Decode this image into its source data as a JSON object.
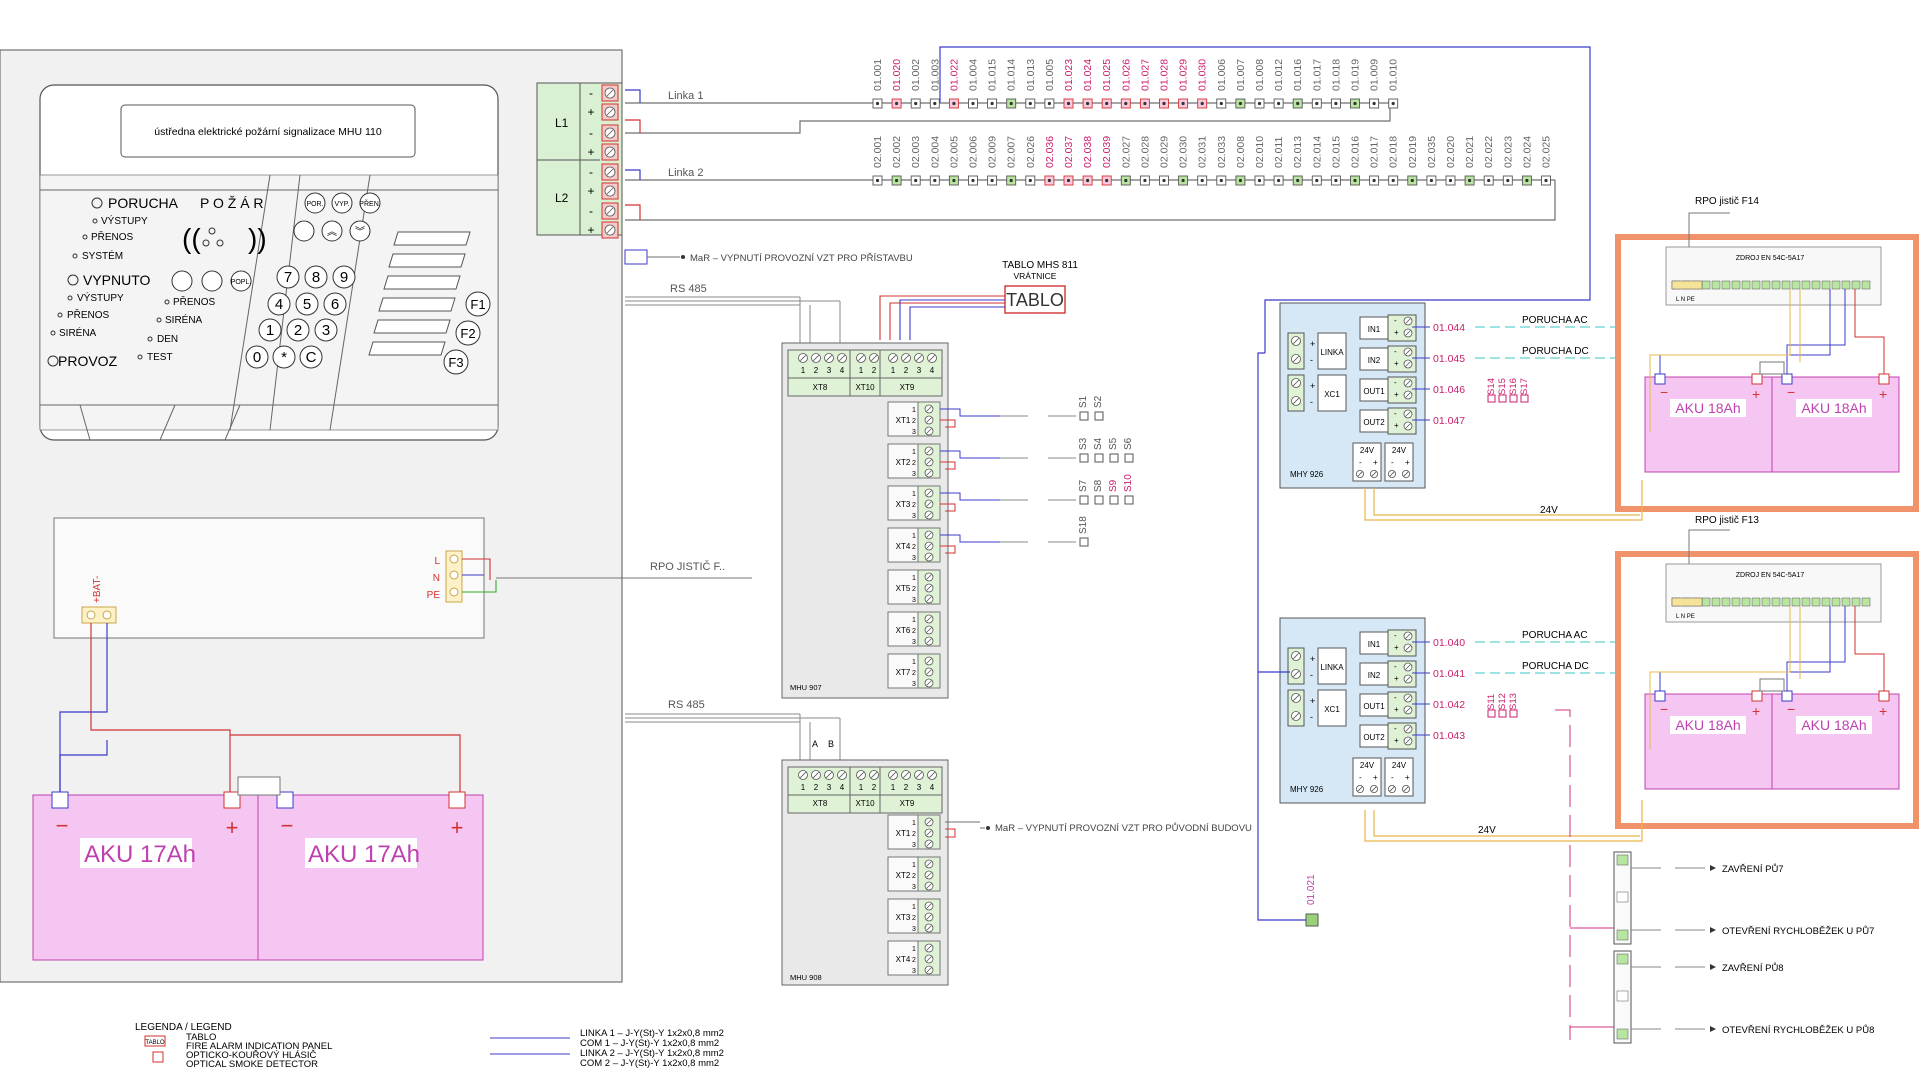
{
  "panel": {
    "title": "ústředna elektrické požární signalizace MHU 110",
    "led_poruch": "PORUCHA",
    "led_pozar": "P O Ž Á R",
    "sub_vystupy": "VÝSTUPY",
    "sub_prenos": "PŘENOS",
    "sub_system": "SYSTÉM",
    "led_vypnuto": "VYPNUTO",
    "sub_vystupy2": "VÝSTUPY",
    "sub_prenos2": "PŘENOS",
    "sub_sirena": "SIRÉNA",
    "led_provoz": "PROVOZ",
    "sub_prenos3": "PŘENOS",
    "sub_sirena2": "SIRÉNA",
    "sub_den": "DEN",
    "sub_test": "TEST",
    "btn_por": "POR.",
    "btn_vyp": "VYP.",
    "btn_pren": "PŘEN.",
    "btn_popl": "POPL.",
    "keys": [
      "7",
      "8",
      "9",
      "4",
      "5",
      "6",
      "1",
      "2",
      "3",
      "0",
      "*",
      "C"
    ],
    "fkeys": [
      "F1",
      "F2",
      "F3"
    ]
  },
  "terminals": {
    "l1": "L1",
    "l2": "L2",
    "minus": "-",
    "plus": "+"
  },
  "lines": {
    "linka1": "Linka 1",
    "linka2": "Linka 2",
    "linka1_addr": [
      "01.001",
      "01.020",
      "01.002",
      "01.003",
      "01.022",
      "01.004",
      "01.015",
      "01.014",
      "01.013",
      "01.005",
      "01.023",
      "01.024",
      "01.025",
      "01.026",
      "01.027",
      "01.028",
      "01.029",
      "01.030",
      "01.006",
      "01.007",
      "01.008",
      "01.012",
      "01.016",
      "01.017",
      "01.018",
      "01.019",
      "01.009",
      "01.010"
    ],
    "linka1_red": [
      "01.020",
      "01.022",
      "01.023",
      "01.024",
      "01.025",
      "01.026",
      "01.027",
      "01.028",
      "01.029",
      "01.030"
    ],
    "linka2_addr": [
      "02.001",
      "02.002",
      "02.003",
      "02.004",
      "02.005",
      "02.006",
      "02.009",
      "02.007",
      "02.026",
      "02.036",
      "02.037",
      "02.038",
      "02.039",
      "02.027",
      "02.028",
      "02.029",
      "02.030",
      "02.031",
      "02.033",
      "02.008",
      "02.010",
      "02.011",
      "02.013",
      "02.014",
      "02.015",
      "02.016",
      "02.017",
      "02.018",
      "02.019",
      "02.035",
      "02.020",
      "02.021",
      "02.022",
      "02.023",
      "02.024",
      "02.025"
    ],
    "linka2_red": [
      "02.036",
      "02.037",
      "02.038",
      "02.039"
    ]
  },
  "labels": {
    "mar_pristavba": "MaR – VYPNUTÍ PROVOZNÍ VZT PRO PŘÍSTAVBU",
    "mar_budova": "MaR – VYPNUTÍ PROVOZNÍ VZT PRO PŮVODNÍ BUDOVU",
    "rs485_a": "RS 485",
    "rs485_b": "RS 485",
    "tablo_title": "TABLO MHS 811",
    "tablo_sub": "VRÁTNICE",
    "tablo_box": "TABLO",
    "rpo_jistic": "RPO JISTIČ F..",
    "rpo_f14": "RPO jistič F14",
    "rpo_f13": "RPO jistič F13",
    "v24": "24V",
    "v24b": "24V"
  },
  "psu_main": {
    "lbl_L": "L",
    "lbl_N": "N",
    "lbl_PE": "PE",
    "bat": "+BAT-",
    "aku1": "AKU 17Ah",
    "aku2": "AKU 17Ah"
  },
  "mhu907": {
    "name": "MHU 907",
    "xt8": "XT8",
    "xt10": "XT10",
    "xt9": "XT9",
    "xt_rows": [
      "XT1",
      "XT2",
      "XT3",
      "XT4",
      "XT5",
      "XT6",
      "XT7"
    ],
    "pins": [
      "1",
      "2",
      "3",
      "4",
      "1",
      "2",
      "1",
      "2",
      "3",
      "4"
    ],
    "sirens_row1": [
      "S1",
      "S2"
    ],
    "sirens_row2": [
      "S3",
      "S4",
      "S5",
      "S6"
    ],
    "sirens_row3": [
      "S7",
      "S8",
      "S9",
      "S10"
    ],
    "sirens_row4": [
      "S18"
    ]
  },
  "mhu908": {
    "name": "MHU 908",
    "xt8": "XT8",
    "xt10": "XT10",
    "xt9": "XT9",
    "xt_rows": [
      "XT1",
      "XT2",
      "XT3",
      "XT4"
    ],
    "a": "A",
    "b": "B"
  },
  "mhy_top": {
    "name": "MHY 926",
    "linka": "LINKA",
    "xc1": "XC1",
    "in1": "IN1",
    "in2": "IN2",
    "out1": "OUT1",
    "out2": "OUT2",
    "addr": [
      "01.044",
      "01.045",
      "01.046",
      "01.047"
    ],
    "porucha_ac": "PORUCHA AC",
    "porucha_dc": "PORUCHA DC",
    "sirens": [
      "S14",
      "S15",
      "S16",
      "S17"
    ]
  },
  "mhy_bottom": {
    "name": "MHY 926",
    "linka": "LINKA",
    "xc1": "XC1",
    "in1": "IN1",
    "in2": "IN2",
    "out1": "OUT1",
    "out2": "OUT2",
    "addr": [
      "01.040",
      "01.041",
      "01.042",
      "01.043"
    ],
    "porucha_ac": "PORUCHA AC",
    "porucha_dc": "PORUCHA DC",
    "sirens": [
      "S11",
      "S12",
      "S13"
    ],
    "extra_addr": "01.021"
  },
  "psu_right": {
    "title": "ZDROJ EN 54C-5A17",
    "lnpe": "L N PE",
    "aku_a": "AKU 18Ah",
    "aku_b": "AKU 18Ah",
    "aku_c": "AKU 18Ah",
    "aku_d": "AKU 18Ah"
  },
  "outputs": {
    "zavreni_p7": "ZAVŘENÍ PŮ7",
    "otevreni_p7": "OTEVŘENÍ RYCHLOBĚŽEK U PŮ7",
    "zavreni_p8": "ZAVŘENÍ PŮ8",
    "otevreni_p8": "OTEVŘENÍ RYCHLOBĚŽEK U PŮ8"
  },
  "legend": {
    "title": "LEGENDA / LEGEND",
    "tablo_icon": "TABLO",
    "tablo_cz": "TABLO",
    "tablo_en": "FIRE ALARM INDICATION PANEL",
    "det_cz": "OPTICKO-KOUŘOVÝ HLÁSIČ",
    "det_en": "OPTICAL SMOKE DETECTOR",
    "cable1": "LINKA 1 – J-Y(St)-Y 1x2x0,8 mm2",
    "cable2": "COM 1 – J-Y(St)-Y 1x2x0,8 mm2",
    "cable3": "LINKA 2 – J-Y(St)-Y 1x2x0,8 mm2",
    "cable4": "COM 2 – J-Y(St)-Y 1x2x0,8 mm2"
  },
  "colors": {
    "line_grey": "#6f6f6f",
    "wire_blue": "#3b3bcc",
    "wire_red": "#d33232",
    "pink": "#f6c6f2",
    "magenta": "#cc3399",
    "orange": "#f0936a",
    "green_term": "#c8e6c0",
    "cyan": "#3cc6c6",
    "yellow": "#e8b84a",
    "blue_box": "#d6e8f6",
    "grey_box": "#ebebeb"
  }
}
